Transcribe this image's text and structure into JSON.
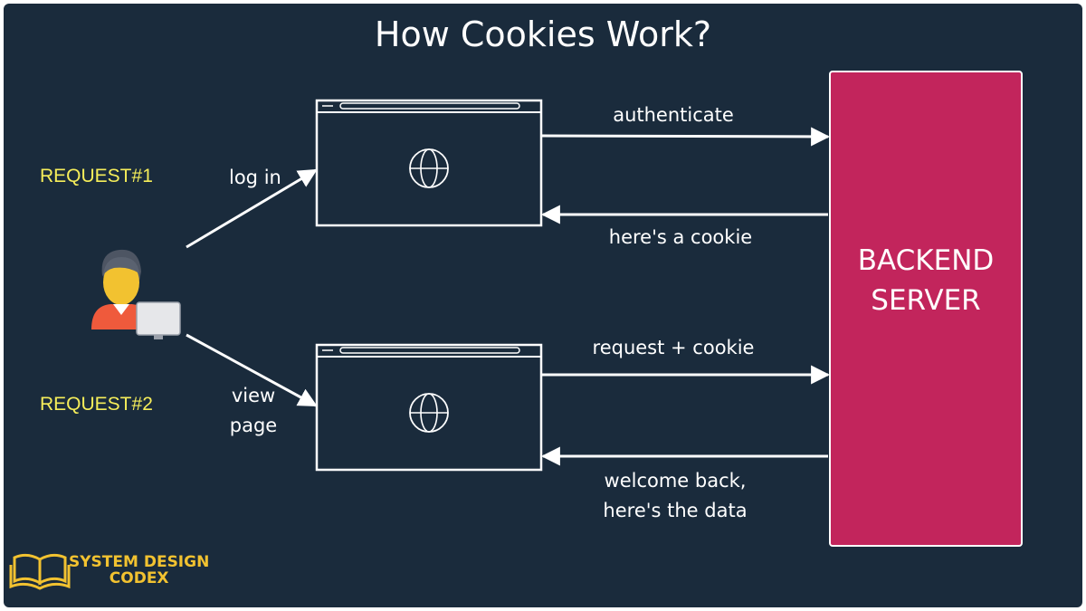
{
  "title": "How Cookies Work?",
  "requests": {
    "req1_label": "REQUEST#1",
    "req2_label": "REQUEST#2"
  },
  "client_labels": {
    "login": "log in",
    "view_line1": "view",
    "view_line2": "page"
  },
  "messages": {
    "authenticate": "authenticate",
    "cookie_reply": "here's a cookie",
    "request_cookie": "request + cookie",
    "welcome_line1": "welcome back,",
    "welcome_line2": "here's the data"
  },
  "server": {
    "label": "BACKEND SERVER"
  },
  "brand": {
    "line1": "SYSTEM DESIGN",
    "line2": "CODEX"
  },
  "icons": {
    "user": "user-at-computer-icon",
    "browser": "browser-window-icon",
    "globe": "globe-icon",
    "book": "open-book-icon"
  },
  "colors": {
    "background": "#1a2b3c",
    "server": "#c2255c",
    "request_label": "#f6ee5a",
    "brand": "#f2c230",
    "line": "#ffffff"
  }
}
